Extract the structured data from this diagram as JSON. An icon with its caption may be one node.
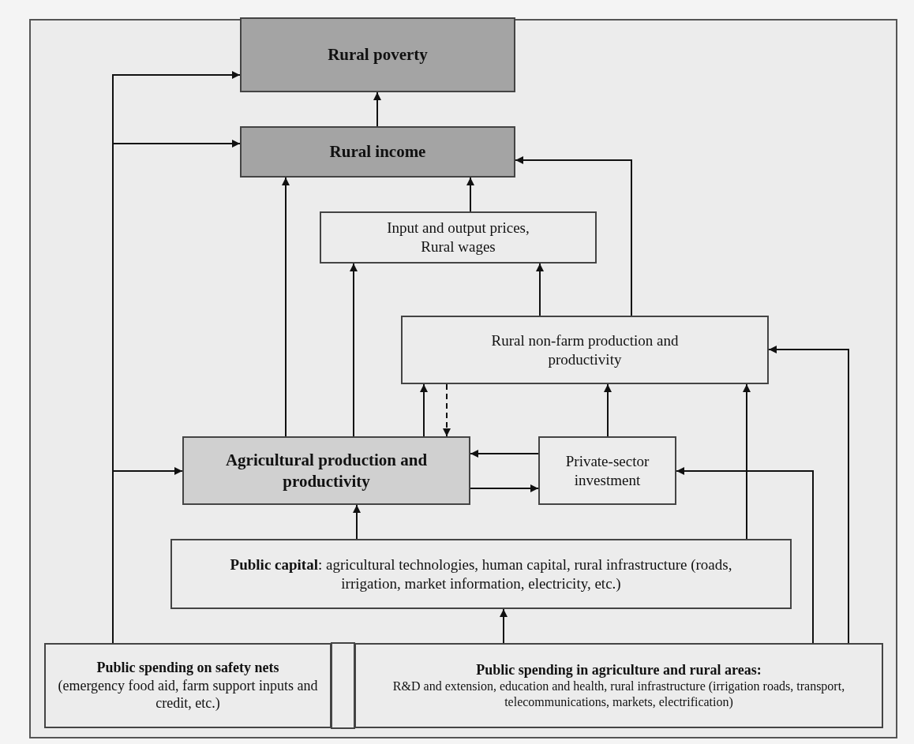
{
  "diagram": {
    "nodes": [
      {
        "text": [
          "Rural poverty"
        ]
      },
      {
        "text": [
          "Rural income"
        ]
      },
      {
        "text": [
          "Input and output prices, Rural wages"
        ]
      },
      {
        "text": [
          "Rural non-farm production and productivity"
        ]
      },
      {
        "text": [
          "Agricultural production and productivity"
        ]
      },
      {
        "text": [
          "Private-sector investment"
        ]
      },
      {
        "text": [
          "**Public capital**: agricultural technologies, human capital, rural infrastructure (roads, irrigation, market information, electricity, etc.)"
        ]
      },
      {
        "text": [
          "Public spending on safety nets",
          "(emergency food aid, farm support inputs and credit, etc.)"
        ]
      },
      {
        "text": [
          "Public spending in agriculture and rural areas:",
          "R&D and extension, education and health, rural infrastructure (irrigation roads, transport, telecommunications, markets, electrification)"
        ]
      }
    ],
    "edges": [
      {
        "from": 1,
        "to": 0,
        "arrow": "to"
      },
      {
        "from": 7,
        "to": 0,
        "arrow": "to"
      },
      {
        "from": 7,
        "to": 1,
        "arrow": "to"
      },
      {
        "from": 7,
        "to": 4,
        "arrow": "to"
      },
      {
        "from": 4,
        "to": 1,
        "arrow": "to"
      },
      {
        "from": 4,
        "to": 2,
        "arrow": "to"
      },
      {
        "from": 4,
        "to": 3,
        "arrow": "to"
      },
      {
        "from": 3,
        "to": 4,
        "arrow": "to",
        "style": "dashed"
      },
      {
        "from": 2,
        "to": 1,
        "arrow": "to"
      },
      {
        "from": 3,
        "to": 2,
        "arrow": "to"
      },
      {
        "from": 3,
        "to": 1,
        "arrow": "to"
      },
      {
        "from": 5,
        "to": 4,
        "arrow": "to"
      },
      {
        "from": 4,
        "to": 5,
        "arrow": "to"
      },
      {
        "from": 5,
        "to": 3,
        "arrow": "to"
      },
      {
        "from": 6,
        "to": 4,
        "arrow": "to"
      },
      {
        "from": 6,
        "to": 3,
        "arrow": "to"
      },
      {
        "from": 8,
        "to": 6,
        "arrow": "to"
      },
      {
        "from": 8,
        "to": 5,
        "arrow": "to"
      },
      {
        "from": 8,
        "to": 3,
        "arrow": "to"
      }
    ]
  }
}
